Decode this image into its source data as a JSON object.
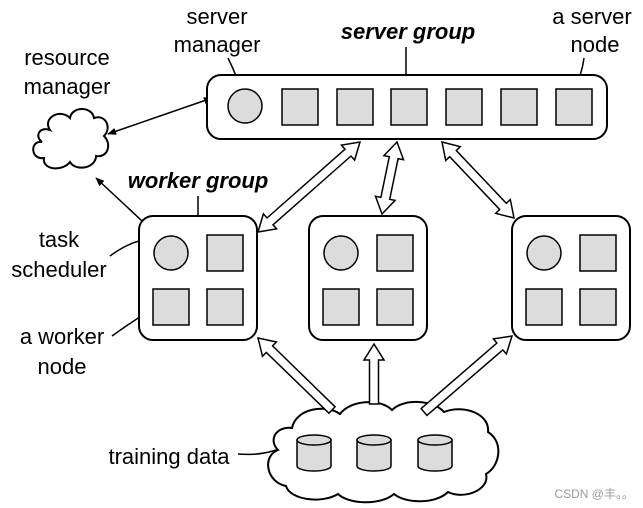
{
  "labels": {
    "server_manager": [
      "server",
      "manager"
    ],
    "server_group": "server group",
    "a_server_node": [
      "a server",
      "node"
    ],
    "resource_manager": [
      "resource",
      "manager"
    ],
    "worker_group": "worker group",
    "task_scheduler": [
      "task",
      "scheduler"
    ],
    "a_worker_node": [
      "a worker",
      "node"
    ],
    "training_data": "training data"
  },
  "watermark": "CSDN @丰。。",
  "colors": {
    "node_fill": "#dcdcdc",
    "stroke": "#000000",
    "background": "#ffffff"
  }
}
